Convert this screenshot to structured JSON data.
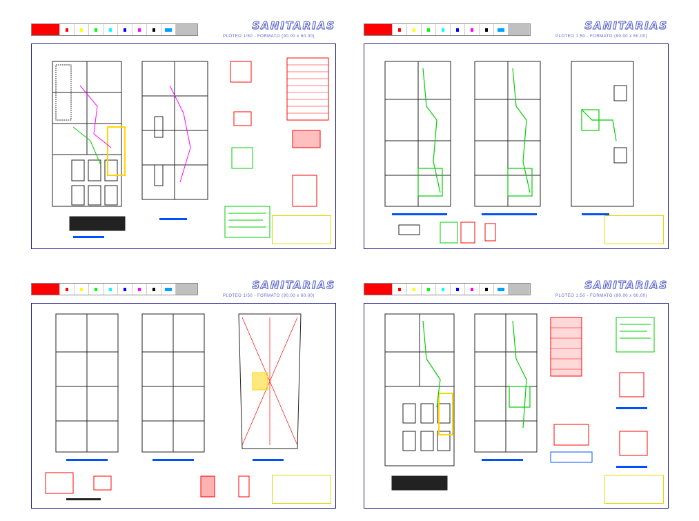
{
  "sheets": [
    {
      "title": "SANITARIAS",
      "subtitle": "PLOTEO 1/50 - FORMATO (90.00 x 60.00)"
    },
    {
      "title": "SANITARIAS",
      "subtitle": "PLOTEO 1:50 - FORMATO (90.00 x 60.00)"
    },
    {
      "title": "SANITARIAS",
      "subtitle": "PLOTEO 1/50 - FORMATO (90.00 x 60.00)"
    },
    {
      "title": "SANITARIAS",
      "subtitle": "PLOTEO 1:50 - FORMATO (90.00 x 60.00)"
    }
  ],
  "palette_colors": [
    "#ff0000",
    "#ffffff",
    "#ffff00",
    "#00ff00",
    "#00ffff",
    "#0000ff",
    "#ff00ff",
    "#000000",
    "#808080",
    "#00a0ff",
    "#c0c0c0"
  ],
  "colors": {
    "frame": "#1a1a8a",
    "title_stroke": "#5b64c8",
    "plan_lines": "#222222",
    "green_pipes": "#00cc00",
    "red_lines": "#ff0000",
    "yellow": "#ffd400",
    "blue_bar": "#0050ff"
  }
}
